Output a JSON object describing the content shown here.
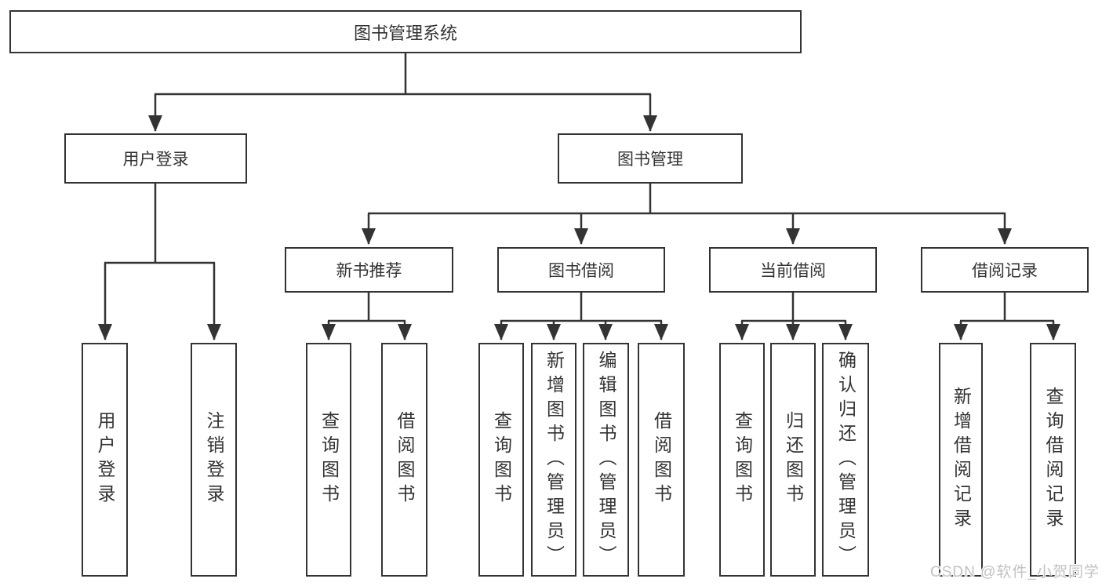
{
  "tree": {
    "root": {
      "label": "图书管理系统"
    },
    "branches": [
      {
        "label": "用户登录",
        "children": [
          {
            "label": "用户登录"
          },
          {
            "label": "注销登录"
          }
        ]
      },
      {
        "label": "图书管理",
        "sections": [
          {
            "label": "新书推荐",
            "children": [
              {
                "label": "查询图书"
              },
              {
                "label": "借阅图书"
              }
            ]
          },
          {
            "label": "图书借阅",
            "children": [
              {
                "label": "查询图书"
              },
              {
                "label": "新增图书（管理员）"
              },
              {
                "label": "编辑图书（管理员）"
              },
              {
                "label": "借阅图书"
              }
            ]
          },
          {
            "label": "当前借阅",
            "children": [
              {
                "label": "查询图书"
              },
              {
                "label": "归还图书"
              },
              {
                "label": "确认归还（管理员）"
              }
            ]
          },
          {
            "label": "借阅记录",
            "children": [
              {
                "label": "新增借阅记录"
              },
              {
                "label": "查询借阅记录"
              }
            ]
          }
        ]
      }
    ]
  },
  "watermark": {
    "text": "CSDN @软件_小贺同学",
    "color": "#c2c2c2"
  },
  "colors": {
    "line": "#333333",
    "text": "#333333",
    "node_background": "#ffffff",
    "page_background": "#ffffff"
  }
}
